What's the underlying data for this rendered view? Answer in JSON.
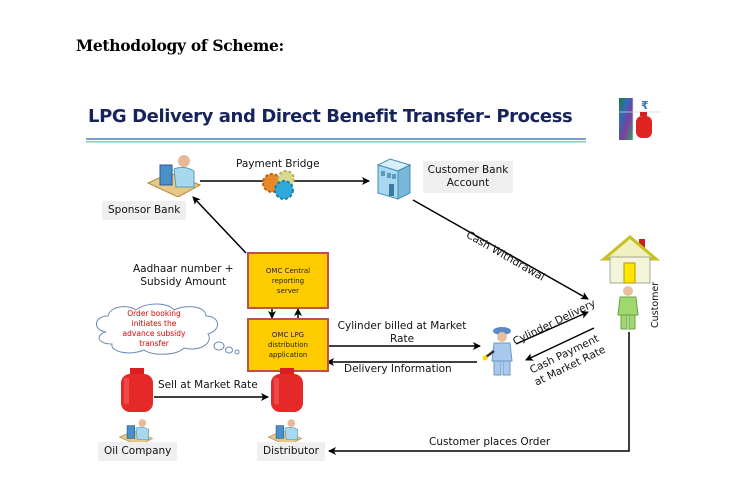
{
  "page": {
    "heading": "Methodology of Scheme:",
    "title": "LPG Delivery and Direct Benefit Transfer- Process",
    "title_color": "#17245c"
  },
  "nodes": {
    "sponsor_bank": "Sponsor Bank",
    "customer_bank_line1": "Customer Bank",
    "customer_bank_line2": "Account",
    "omc_central_line1": "OMC Central",
    "omc_central_line2": "reporting",
    "omc_central_line3": "server",
    "omc_lpg_line1": "OMC LPG",
    "omc_lpg_line2": "distribution",
    "omc_lpg_line3": "application",
    "customer": "Customer",
    "oil_company": "Oil Company",
    "distributor": "Distributor"
  },
  "edges": {
    "payment_bridge": "Payment  Bridge",
    "cash_withdrawal": "Cash Withdrawal",
    "aadhaar_line1": "Aadhaar number  +",
    "aadhaar_line2": "Subsidy Amount",
    "cylinder_billed_line1": "Cylinder billed at Market",
    "cylinder_billed_line2": "Rate",
    "delivery_information": "Delivery Information",
    "cylinder_delivery": "Cylinder Delivery",
    "cash_payment_line1": "Cash Payment",
    "cash_payment_line2": "at Market Rate",
    "sell_at_market_rate": "Sell at Market Rate",
    "customer_places_order": "Customer places Order"
  },
  "callout": {
    "line1": "Order booking",
    "line2": "initiates the",
    "line3": "advance subsidy",
    "line4": "transfer",
    "color": "#e00000"
  },
  "colors": {
    "box_fill": "#ffcc00",
    "box_border": "#c0504d",
    "rule_blue": "#4f81bd",
    "rule_green": "#9bbb59"
  }
}
